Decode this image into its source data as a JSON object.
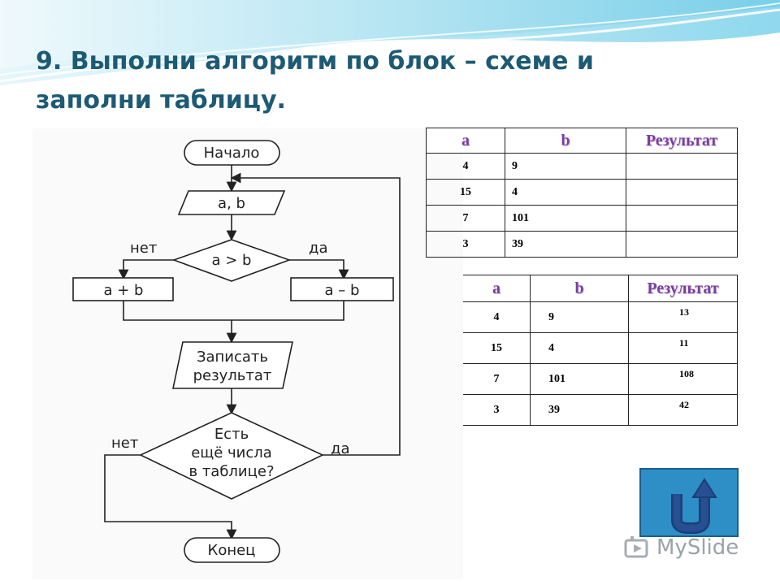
{
  "slide": {
    "title_line1": "9. Выполни алгоритм по блок – схеме и",
    "title_line2": "заполни таблицу."
  },
  "flowchart": {
    "start": "Начало",
    "input": "a, b",
    "condition": "a > b",
    "no_label": "нет",
    "yes_label": "да",
    "branch_no": "a + b",
    "branch_yes": "a – b",
    "output_line1": "Записать",
    "output_line2": "результат",
    "loop_line1": "Есть",
    "loop_line2": "ещё числа",
    "loop_line3": "в таблице?",
    "loop_no": "нет",
    "loop_yes": "да",
    "end": "Конец"
  },
  "task_table": {
    "headers": [
      "a",
      "b",
      "Результат"
    ],
    "rows": [
      [
        "4",
        "9",
        ""
      ],
      [
        "15",
        "4",
        ""
      ],
      [
        "7",
        "101",
        ""
      ],
      [
        "3",
        "39",
        ""
      ]
    ]
  },
  "answer_table": {
    "headers": [
      "a",
      "b",
      "Результат"
    ],
    "rows": [
      [
        "4",
        "9",
        "13"
      ],
      [
        "15",
        "4",
        "11"
      ],
      [
        "7",
        "101",
        "108"
      ],
      [
        "3",
        "39",
        "42"
      ]
    ]
  },
  "logo": {
    "text": "MySlide"
  },
  "colors": {
    "title": "#1d5a73",
    "header_text": "#7a3e9e",
    "button": "#2e8fc6"
  },
  "icons": {
    "return_button": "u-turn-arrow-icon"
  }
}
